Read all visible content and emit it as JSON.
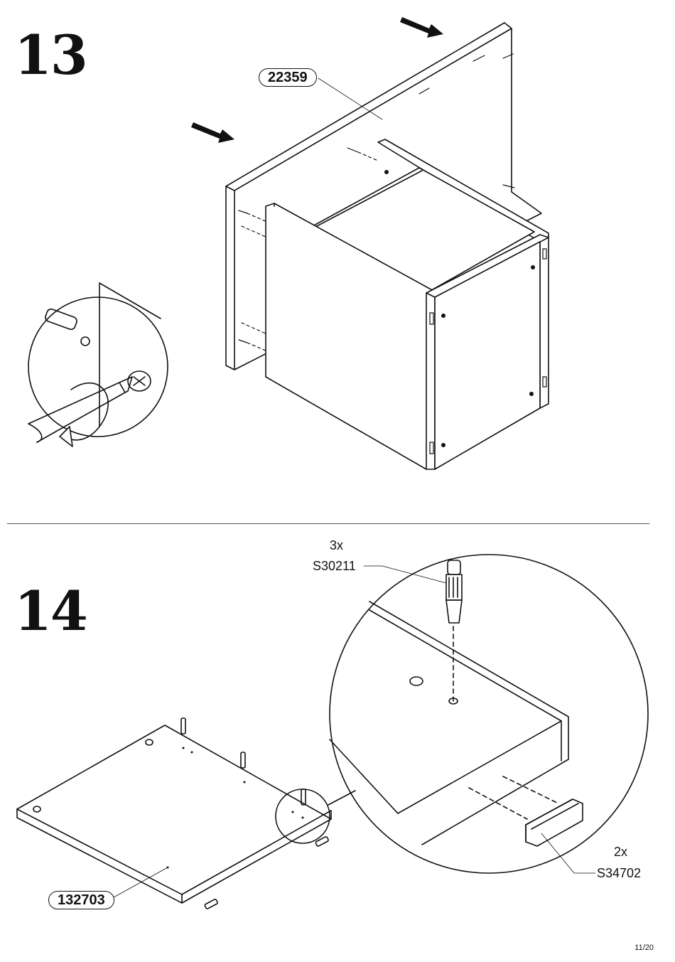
{
  "steps": [
    {
      "number": "13",
      "part_label": "22359"
    },
    {
      "number": "14",
      "part_label": "132703",
      "callouts": [
        {
          "qty": "3x",
          "code": "S30211"
        },
        {
          "qty": "2x",
          "code": "S34702"
        }
      ]
    }
  ],
  "footer": {
    "page": "11/20"
  }
}
